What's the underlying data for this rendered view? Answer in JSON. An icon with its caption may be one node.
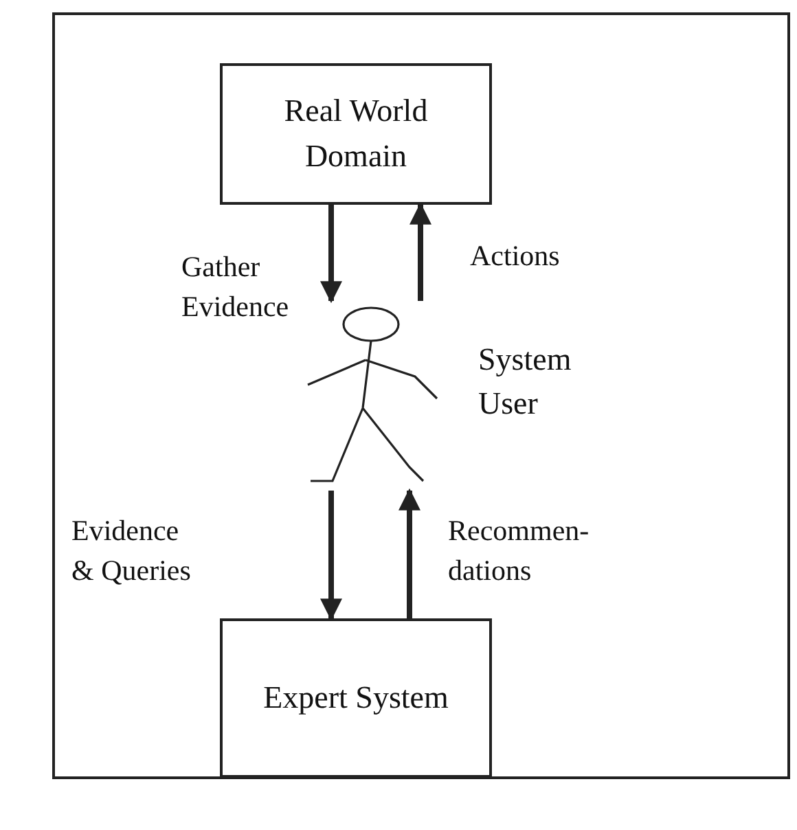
{
  "diagram": {
    "nodes": [
      {
        "text": [
          "Real World Domain"
        ]
      },
      {
        "text": [],
        "shape": "person",
        "beside": [
          "System User"
        ]
      },
      {
        "text": [
          "Expert System"
        ]
      }
    ],
    "edges": [
      {
        "from": 0,
        "to": 1,
        "arrow": "to",
        "label": "Gather Evidence"
      },
      {
        "from": 1,
        "to": 0,
        "arrow": "to",
        "label": "Actions"
      },
      {
        "from": 1,
        "to": 2,
        "arrow": "to",
        "label": "Evidence & Queries"
      },
      {
        "from": 2,
        "to": 1,
        "arrow": "to",
        "label": "Recommen- dations"
      }
    ]
  }
}
